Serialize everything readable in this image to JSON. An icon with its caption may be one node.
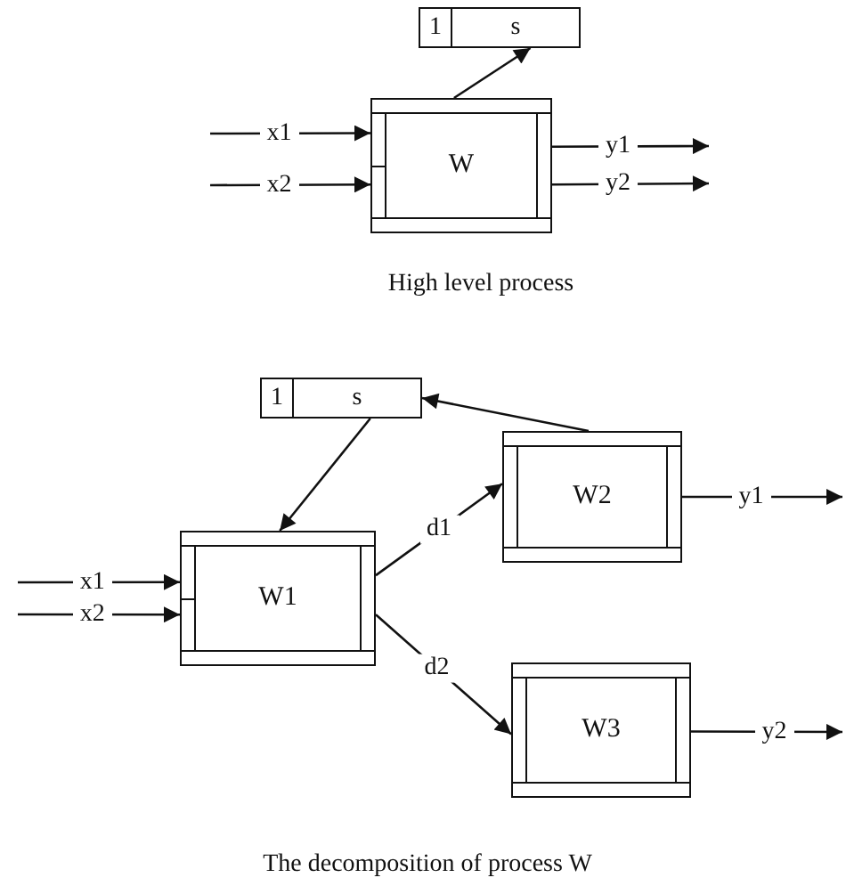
{
  "diagram": {
    "nodes": [
      {
        "text": [
          "1",
          "s"
        ]
      },
      {
        "text": [
          "W"
        ]
      },
      {
        "text": [
          "1",
          "s"
        ]
      },
      {
        "text": [
          "W1"
        ]
      },
      {
        "text": [
          "W2"
        ]
      },
      {
        "text": [
          "W3"
        ]
      }
    ],
    "edges": [
      {
        "from": null,
        "to": 1,
        "arrow": "to",
        "label": "x1"
      },
      {
        "from": null,
        "to": 1,
        "arrow": "to",
        "label": "x2"
      },
      {
        "from": 1,
        "to": null,
        "arrow": "to",
        "label": "y1"
      },
      {
        "from": 1,
        "to": null,
        "arrow": "to",
        "label": "y2"
      },
      {
        "from": 1,
        "to": 0,
        "arrow": "to"
      },
      {
        "from": 2,
        "to": 3,
        "arrow": "to"
      },
      {
        "from": 4,
        "to": 2,
        "arrow": "to"
      },
      {
        "from": 3,
        "to": 4,
        "arrow": "to",
        "label": "d1"
      },
      {
        "from": 3,
        "to": 5,
        "arrow": "to",
        "label": "d2"
      },
      {
        "from": 4,
        "to": null,
        "arrow": "to",
        "label": "y1"
      },
      {
        "from": 5,
        "to": null,
        "arrow": "to",
        "label": "y2"
      },
      {
        "from": null,
        "to": 3,
        "arrow": "to",
        "label": "x1"
      },
      {
        "from": null,
        "to": 3,
        "arrow": "to",
        "label": "x2"
      }
    ],
    "labels": [
      "High level process",
      "The decomposition of process W"
    ]
  }
}
